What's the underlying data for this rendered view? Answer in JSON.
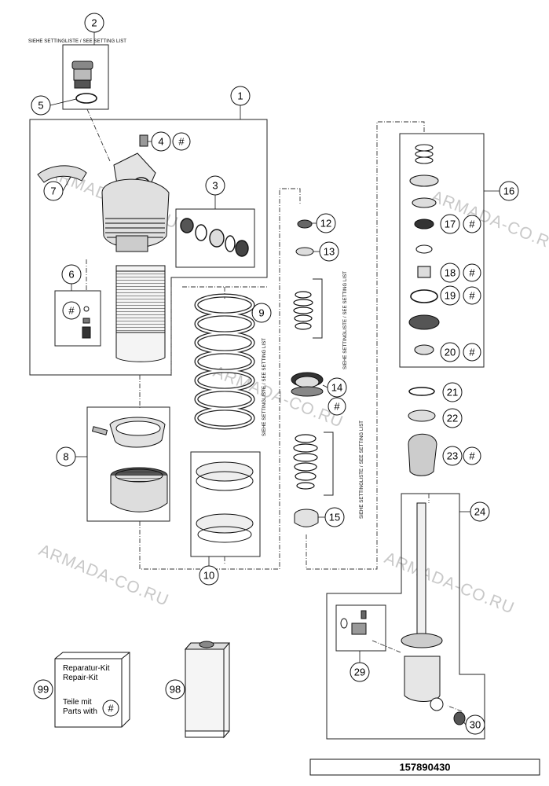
{
  "watermark": "ARMADA-CO.RU",
  "setting_note": "SIEHE SETTINGLISTE / SEE SETTING LIST",
  "hash": "#",
  "callouts": [
    "1",
    "2",
    "3",
    "4",
    "5",
    "6",
    "7",
    "8",
    "9",
    "10",
    "12",
    "13",
    "14",
    "15",
    "16",
    "17",
    "18",
    "19",
    "20",
    "21",
    "22",
    "23",
    "24",
    "29",
    "30",
    "98",
    "99"
  ],
  "repair_kit": {
    "line1": "Reparatur-Kit",
    "line2": "Repair-Kit",
    "line3": "Teile mit",
    "line4": "Parts with"
  },
  "reference_number": "157890430"
}
